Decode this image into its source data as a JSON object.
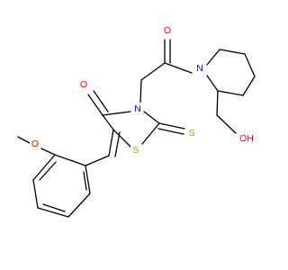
{
  "molecule": {
    "atoms": {
      "o_carbonyl_top": {
        "label": "O",
        "color": "#ff0000"
      },
      "n_piperidine": {
        "label": "N",
        "color": "#0000ff"
      },
      "o_hydroxyl": {
        "label": "OH",
        "color": "#ff0000"
      },
      "o_carbonyl_ring": {
        "label": "O",
        "color": "#ff0000"
      },
      "n_ring": {
        "label": "N",
        "color": "#0000ff"
      },
      "s_ring": {
        "label": "S",
        "color": "#b8a000"
      },
      "s_thioxo": {
        "label": "S",
        "color": "#b8a000"
      },
      "o_methoxy": {
        "label": "O",
        "color": "#ff0000"
      }
    }
  }
}
